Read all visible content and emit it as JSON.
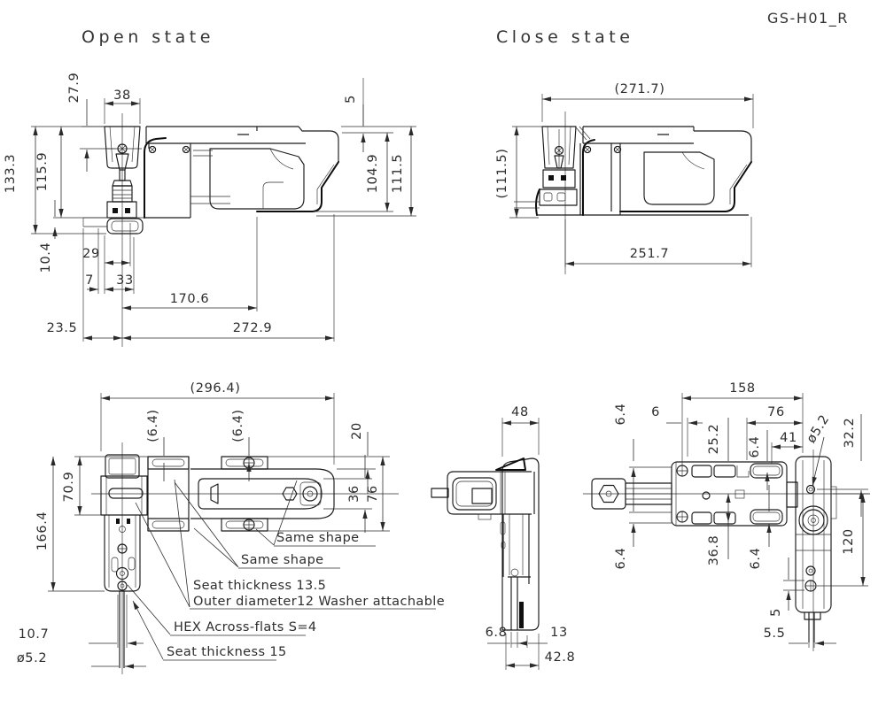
{
  "meta": {
    "part_number": "GS-H01_R"
  },
  "views": {
    "open": {
      "title": "Open state",
      "d27_9": "27.9",
      "d38": "38",
      "d5": "5",
      "d133_3": "133.3",
      "d115_9": "115.9",
      "d104_9": "104.9",
      "d111_5": "111.5",
      "d10_4": "10.4",
      "d29": "29",
      "d7": "7",
      "d33": "33",
      "d170_6": "170.6",
      "d23_5": "23.5",
      "d272_9": "272.9"
    },
    "close": {
      "title": "Close state",
      "w_ref": "(271.7)",
      "h_ref": "(111.5)",
      "w": "251.7"
    },
    "plan": {
      "w_ref": "(296.4)",
      "slot_a": "(6.4)",
      "slot_b": "(6.4)",
      "d20": "20",
      "d70_9": "70.9",
      "d166_4": "166.4",
      "d36": "36",
      "d76": "76",
      "d10_7": "10.7",
      "dia": "ø5.2",
      "notes": {
        "same_a": "Same shape",
        "same_b": "Same shape",
        "seat_135": "Seat thickness 13.5",
        "washer": "Outer diameter12 Washer attachable",
        "hex": "HEX Across-flats S=4",
        "seat_15": "Seat thickness 15"
      }
    },
    "side": {
      "d48": "48",
      "d6_8": "6.8",
      "d13": "13",
      "d42_8": "42.8"
    },
    "rear": {
      "d158": "158",
      "d6": "6",
      "d76": "76",
      "d25_2": "25.2",
      "d6_4_a": "6.4",
      "d41": "41",
      "dia": "ø5.2",
      "d32_2": "32.2",
      "d6_4_b": "6.4",
      "d36_8": "36.8",
      "d6_4_c": "6.4",
      "d120": "120",
      "d5": "5",
      "d5_5": "5.5"
    }
  }
}
